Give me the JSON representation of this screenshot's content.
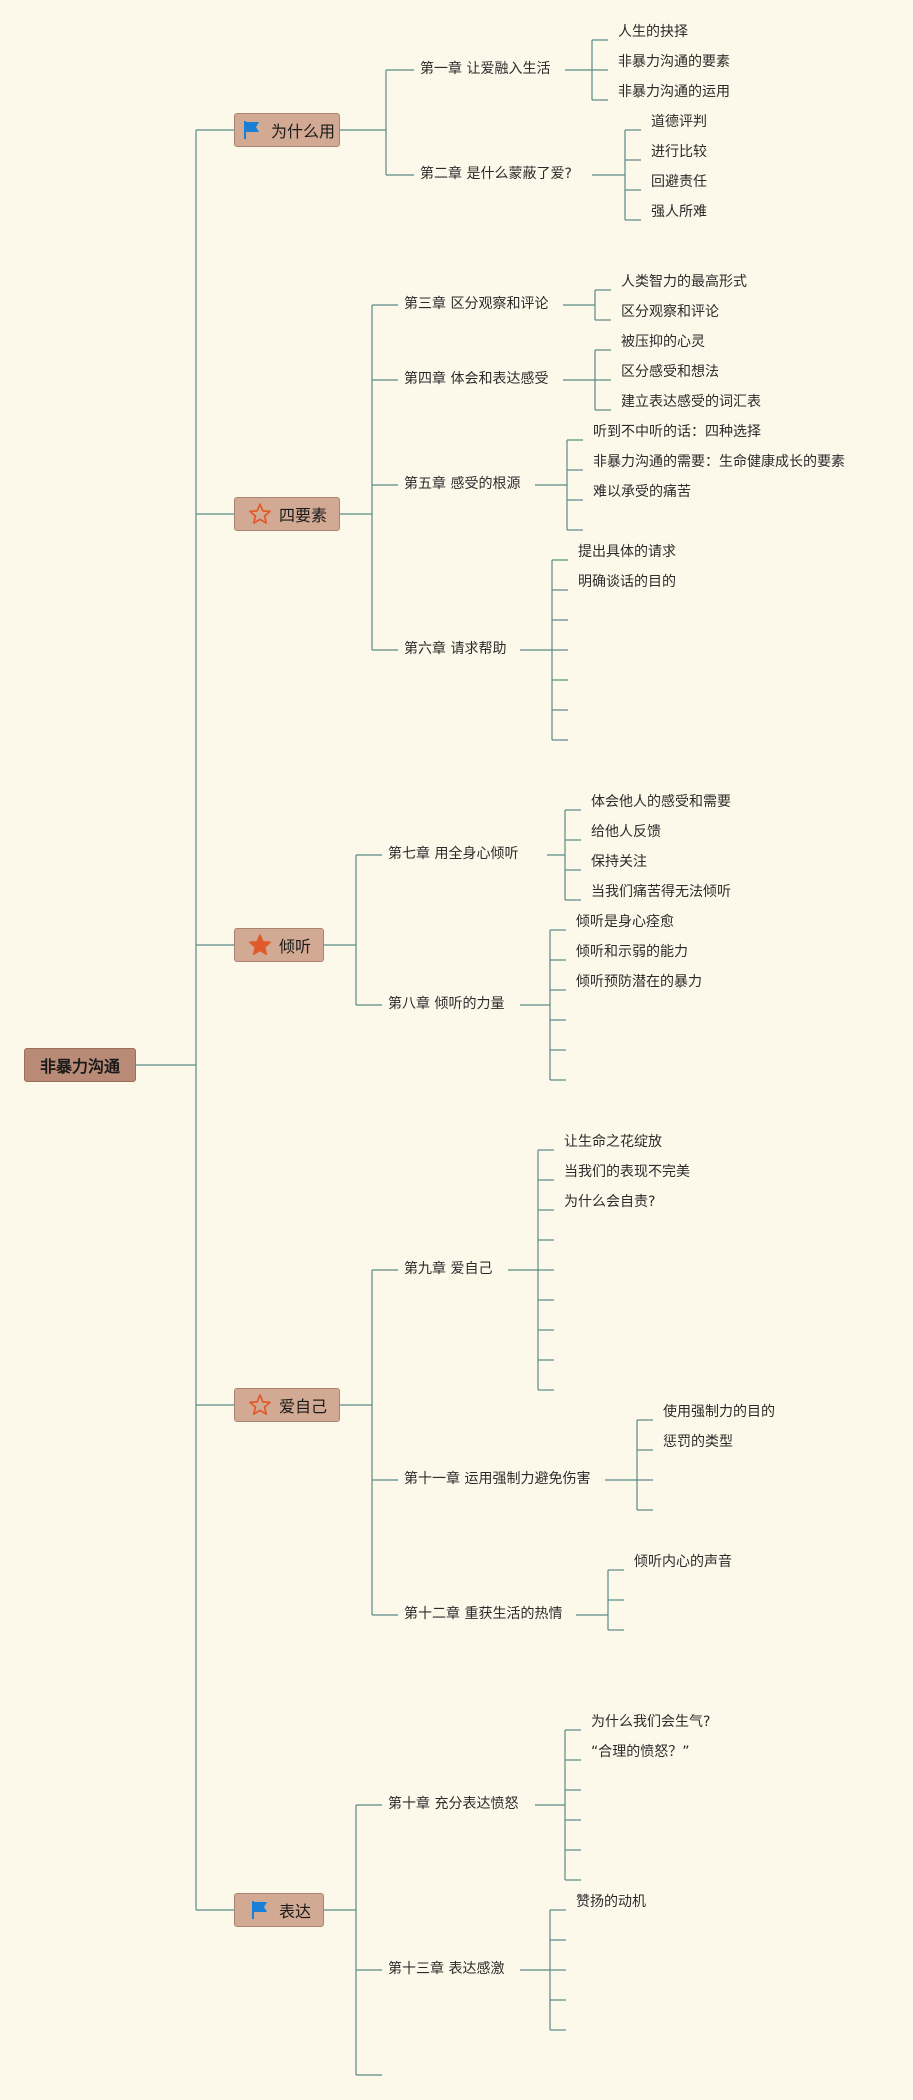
{
  "colors": {
    "background": "#fdf9ea",
    "line": "#5a8a87",
    "root_fill": "#b98a76",
    "topic_fill": "#d2a993",
    "flag": "#1a7fd6",
    "star": "#e05a2a"
  },
  "root": {
    "label": "非暴力沟通"
  },
  "branches": [
    {
      "label": "为什么用",
      "icon": "flag-icon",
      "chapters": [
        {
          "label": "第一章 让爱融入生活",
          "leaves": [
            "人生的抉择",
            "非暴力沟通的要素",
            "非暴力沟通的运用"
          ]
        },
        {
          "label": "第二章 是什么蒙蔽了爱?",
          "leaves": [
            "道德评判",
            "进行比较",
            "回避责任",
            "强人所难"
          ]
        }
      ]
    },
    {
      "label": "四要素",
      "icon": "star-outline-icon",
      "chapters": [
        {
          "label": "第三章 区分观察和评论",
          "leaves": [
            "人类智力的最高形式",
            "区分观察和评论"
          ]
        },
        {
          "label": "第四章 体会和表达感受",
          "leaves": [
            "被压抑的心灵",
            "区分感受和想法",
            "建立表达感受的词汇表"
          ]
        },
        {
          "label": "第五章 感受的根源",
          "leaves": [
            "听到不中听的话：四种选择",
            "非暴力沟通的需要：生命健康成长的要素",
            "难以承受的痛苦",
            ""
          ]
        },
        {
          "label": "第六章 请求帮助",
          "leaves": [
            "提出具体的请求",
            "明确谈话的目的",
            "",
            "",
            "",
            "",
            ""
          ]
        }
      ]
    },
    {
      "label": "倾听",
      "icon": "star-filled-icon",
      "chapters": [
        {
          "label": "第七章 用全身心倾听",
          "leaves": [
            "体会他人的感受和需要",
            "给他人反馈",
            "保持关注",
            "当我们痛苦得无法倾听"
          ]
        },
        {
          "label": "第八章 倾听的力量",
          "leaves": [
            "倾听是身心痊愈",
            "倾听和示弱的能力",
            "倾听预防潜在的暴力",
            "",
            "",
            ""
          ]
        }
      ]
    },
    {
      "label": "爱自己",
      "icon": "star-outline-icon",
      "chapters": [
        {
          "label": "第九章 爱自己",
          "leaves": [
            "让生命之花绽放",
            "当我们的表现不完美",
            "为什么会自责?",
            "",
            "",
            "",
            "",
            "",
            ""
          ]
        },
        {
          "label": "第十一章 运用强制力避免伤害",
          "leaves": [
            "使用强制力的目的",
            "惩罚的类型",
            "",
            ""
          ]
        },
        {
          "label": "第十二章 重获生活的热情",
          "leaves": [
            "倾听内心的声音",
            "",
            ""
          ]
        }
      ]
    },
    {
      "label": "表达",
      "icon": "flag-icon",
      "chapters": [
        {
          "label": "第十章 充分表达愤怒",
          "leaves": [
            "为什么我们会生气?",
            "“合理的愤怒？”",
            "",
            "",
            "",
            ""
          ]
        },
        {
          "label": "第十三章 表达感激",
          "leaves": [
            "赞扬的动机",
            "",
            "",
            "",
            ""
          ]
        },
        {
          "label": "",
          "leaves": []
        }
      ]
    }
  ]
}
